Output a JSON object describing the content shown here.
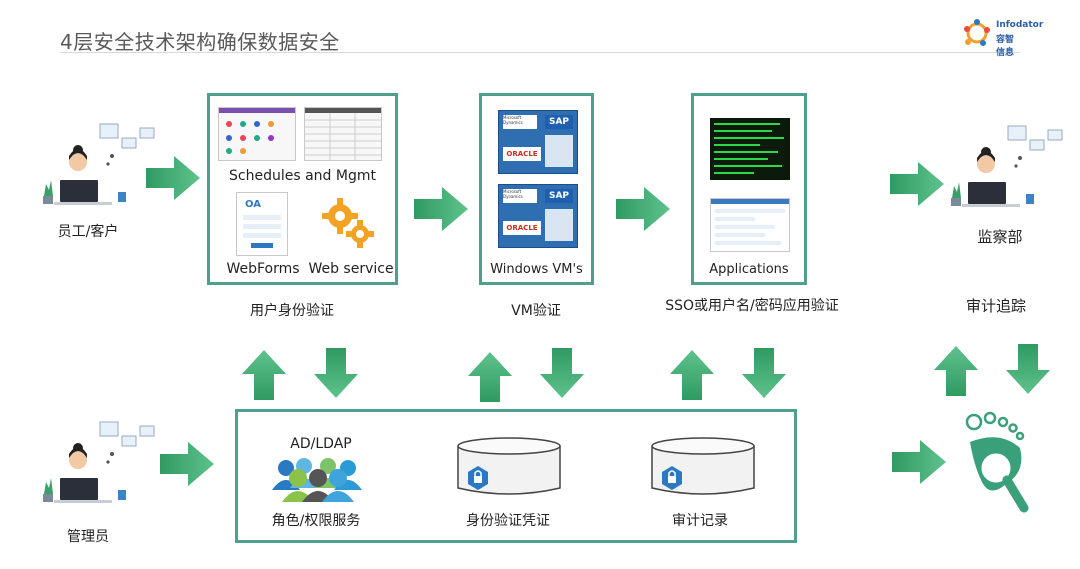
{
  "header": {
    "title": "4层安全技术架构确保数据安全",
    "logo_text_top": "Infodator",
    "logo_text_bottom": "容智信息"
  },
  "users": {
    "employee_label": "员工/客户",
    "admin_label": "管理员",
    "audit_dept_label": "监察部"
  },
  "layer_boxes": {
    "app_box": {
      "schedules_label": "Schedules and Mgmt",
      "webforms_label": "WebForms",
      "webservice_label": "Web service",
      "caption": "用户身份验证"
    },
    "vm_box": {
      "label": "Windows VM's",
      "caption": "VM验证",
      "logo_ms": "Microsoft Dynamics",
      "logo_sap": "SAP",
      "logo_oracle": "ORACLE"
    },
    "apps_box": {
      "label": "Applications",
      "caption": "SSO或用户名/密码应用验证"
    },
    "audit_trace_label": "审计追踪"
  },
  "bottom_box": {
    "ad_label": "AD/LDAP",
    "role_label": "角色/权限服务",
    "identity_label": "身份验证凭证",
    "audit_log_label": "审计记录"
  },
  "colors": {
    "box_border": "#4ea08d",
    "arrow_green": "#3a9a6a",
    "arrow_light": "#5fc28c"
  }
}
